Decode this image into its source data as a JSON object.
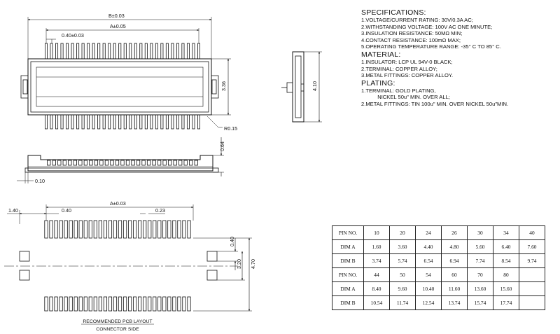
{
  "dims": {
    "b": "B±0.03",
    "a": "A±0.05",
    "pitch": "0.40±0.03",
    "height": "3.36",
    "radius": "R0.15",
    "side_width": "4.10",
    "thickness": "0.64",
    "offset": "0.10"
  },
  "pcb": {
    "a": "A±0.03",
    "left": "1.40",
    "pitch": "0.40",
    "pad_width": "0.23",
    "v1": "0.40",
    "v2": "3.20",
    "v3": "4.70",
    "caption1": "RECOMMENDED PCB LAYOUT",
    "caption2": "CONNECTOR SIDE"
  },
  "specs": {
    "title1": "SPECIFICATIONS:",
    "lines1": [
      "1.VOLTAGE/CURRENT RATING: 30V/0.3A AC;",
      "2.WITHSTANDING VOLTAGE: 100V AC ONE MINUTE;",
      "3.INSULATION RESISTANCE: 50MΩ MIN;",
      "4.CONTACT RESISTANCE: 100mΩ MAX;",
      "5.OPERATING TEMPERATURE RANGE: -35° C TO 85° C."
    ],
    "title2": "MATERIAL:",
    "lines2": [
      "1.INSULATOR: LCP UL 94V-0 BLACK;",
      "2.TERMINAL: COPPER ALLOY;",
      "3.METAL FITTINGS: COPPER ALLOY."
    ],
    "title3": "PLATING:",
    "lines3": [
      "1.TERMINAL: GOLD PLATING,",
      "           NICKEL 50u\" MIN. OVER ALL;",
      "2.METAL FITTINGS: TIN 100u\" MIN. OVER NICKEL 50u\"MIN."
    ]
  },
  "table": {
    "rows": [
      [
        "PIN NO.",
        "10",
        "20",
        "24",
        "26",
        "30",
        "34",
        "40"
      ],
      [
        "DIM A",
        "1.60",
        "3.60",
        "4.40",
        "4.80",
        "5.60",
        "6.40",
        "7.60"
      ],
      [
        "DIM B",
        "3.74",
        "5.74",
        "6.54",
        "6.94",
        "7.74",
        "8.54",
        "9.74"
      ],
      [
        "PIN NO.",
        "44",
        "50",
        "54",
        "60",
        "70",
        "80",
        ""
      ],
      [
        "DIM A",
        "8.40",
        "9.60",
        "10.40",
        "11.60",
        "13.60",
        "15.60",
        ""
      ],
      [
        "DIM B",
        "10.54",
        "11.74",
        "12.54",
        "13.74",
        "15.74",
        "17.74",
        ""
      ]
    ]
  }
}
